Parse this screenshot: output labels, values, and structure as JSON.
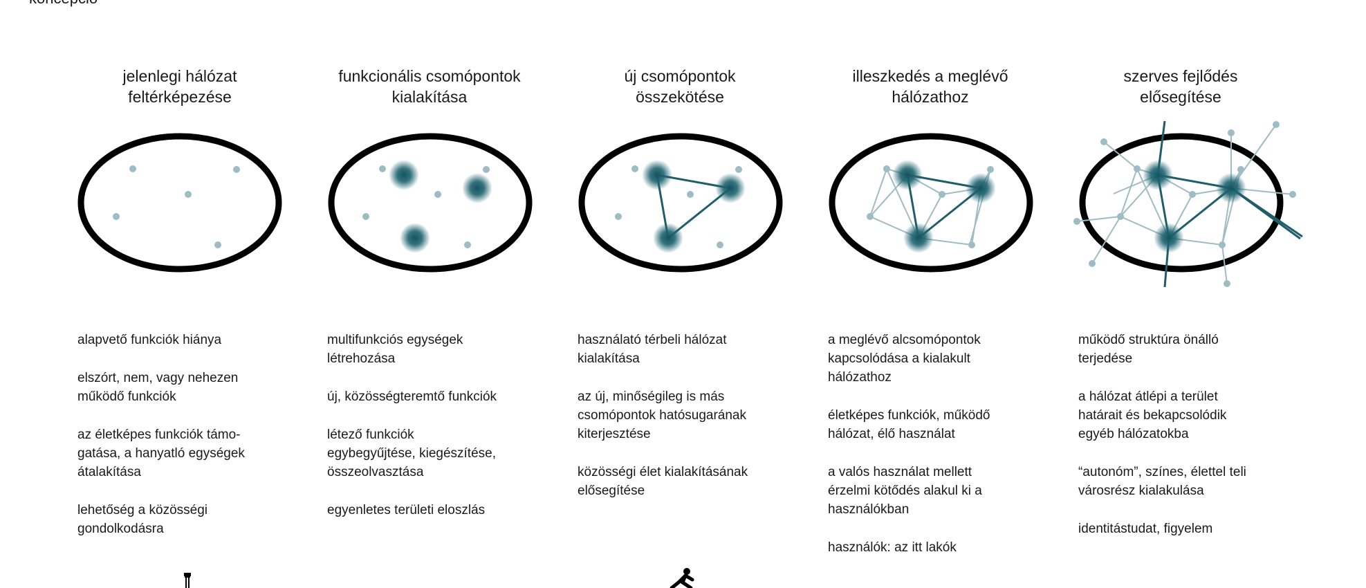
{
  "page_top_label": "koncepció",
  "columns": [
    {
      "title": "jelenlegi hálózat\nfeltérképezése",
      "items": [
        "alapvető funkciók hiánya",
        "elszórt, nem, vagy nehezen\nműködő funkciók",
        "az életképes funkciók támo-\ngatása, a hanyatló egységek\nátalakítása",
        "lehetőség a közösségi\ngondolkodásra"
      ]
    },
    {
      "title": "funkcionális csomópontok\nkialakítása",
      "items": [
        "multifunkciós egységek\nlétrehozása",
        "új, közösségteremtő funkciók",
        "létező funkciók\negybegyűjtése, kiegészítése,\nösszeolvasztása",
        "egyenletes területi eloszlás"
      ]
    },
    {
      "title": "új csomópontok\nösszekötése",
      "items": [
        "használató térbeli hálózat\nkialakítása",
        "az új, minőségileg is más\ncsomópontok hatósugarának\nkiterjesztése",
        "közösségi élet kialakításának\nelősegítése"
      ]
    },
    {
      "title": "illeszkedés a meglévő\nhálózathoz",
      "items": [
        "a meglévő alcsomópontok\nkapcsolódása a kialakult\nhálózathoz",
        "életképes funkciók, működő\nhálózat, élő használat",
        "a valós használat mellett\nérzelmi kötődés alakul ki a\nhasználókban",
        "használók: az itt lakók"
      ]
    },
    {
      "title": "szerves fejlődés\nelősegítése",
      "items": [
        "működő struktúra önálló\nterjedése",
        "a hálózat átlépi a terület\nhatárait és bekapcsolódik\negyéb hálózatokba",
        "“autonóm”, színes, élettel teli\nvárosrész kialakulása",
        "identitástudat, figyelem"
      ]
    }
  ],
  "colors": {
    "ellipse_stroke": "#000000",
    "node_light": "#9dbcc3",
    "node_dark": "#14545f",
    "line_light": "#9dbcc3",
    "line_dark": "#1f5d68"
  },
  "icons": [
    "lamp-post-icon",
    "walking-person-icon"
  ]
}
